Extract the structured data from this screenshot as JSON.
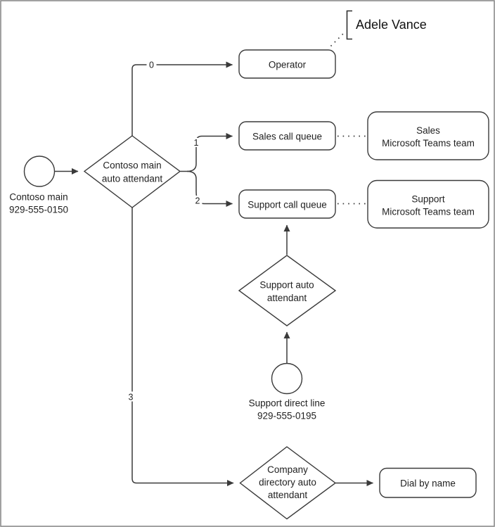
{
  "colors": {
    "background": "#ffffff",
    "line": "#3a3a3a",
    "text": "#1f1f1f",
    "page_border": "#8a8a8a"
  },
  "annotation": {
    "person_name": "Adele Vance"
  },
  "nodes": {
    "contoso_entry": {
      "type": "start-circle",
      "line1": "Contoso main",
      "line2": "929-555-0150"
    },
    "contoso_aa": {
      "type": "decision-diamond",
      "line1": "Contoso main",
      "line2": "auto attendant"
    },
    "operator": {
      "type": "rounded-box",
      "label": "Operator"
    },
    "sales_queue": {
      "type": "rounded-box",
      "label": "Sales call queue"
    },
    "sales_team": {
      "type": "rounded-box",
      "line1": "Sales",
      "line2": "Microsoft Teams team"
    },
    "support_queue": {
      "type": "rounded-box",
      "label": "Support call queue"
    },
    "support_team": {
      "type": "rounded-box",
      "line1": "Support",
      "line2": "Microsoft Teams team"
    },
    "support_aa": {
      "type": "decision-diamond",
      "line1": "Support auto",
      "line2": "attendant"
    },
    "support_entry": {
      "type": "start-circle",
      "line1": "Support direct line",
      "line2": "929-555-0195"
    },
    "directory_aa": {
      "type": "decision-diamond",
      "line1": "Company",
      "line2": "directory auto",
      "line3": "attendant"
    },
    "dial_by_name": {
      "type": "rounded-box",
      "label": "Dial by name"
    }
  },
  "edge_labels": {
    "option_operator": "0",
    "option_sales": "1",
    "option_support": "2",
    "option_directory": "3"
  }
}
